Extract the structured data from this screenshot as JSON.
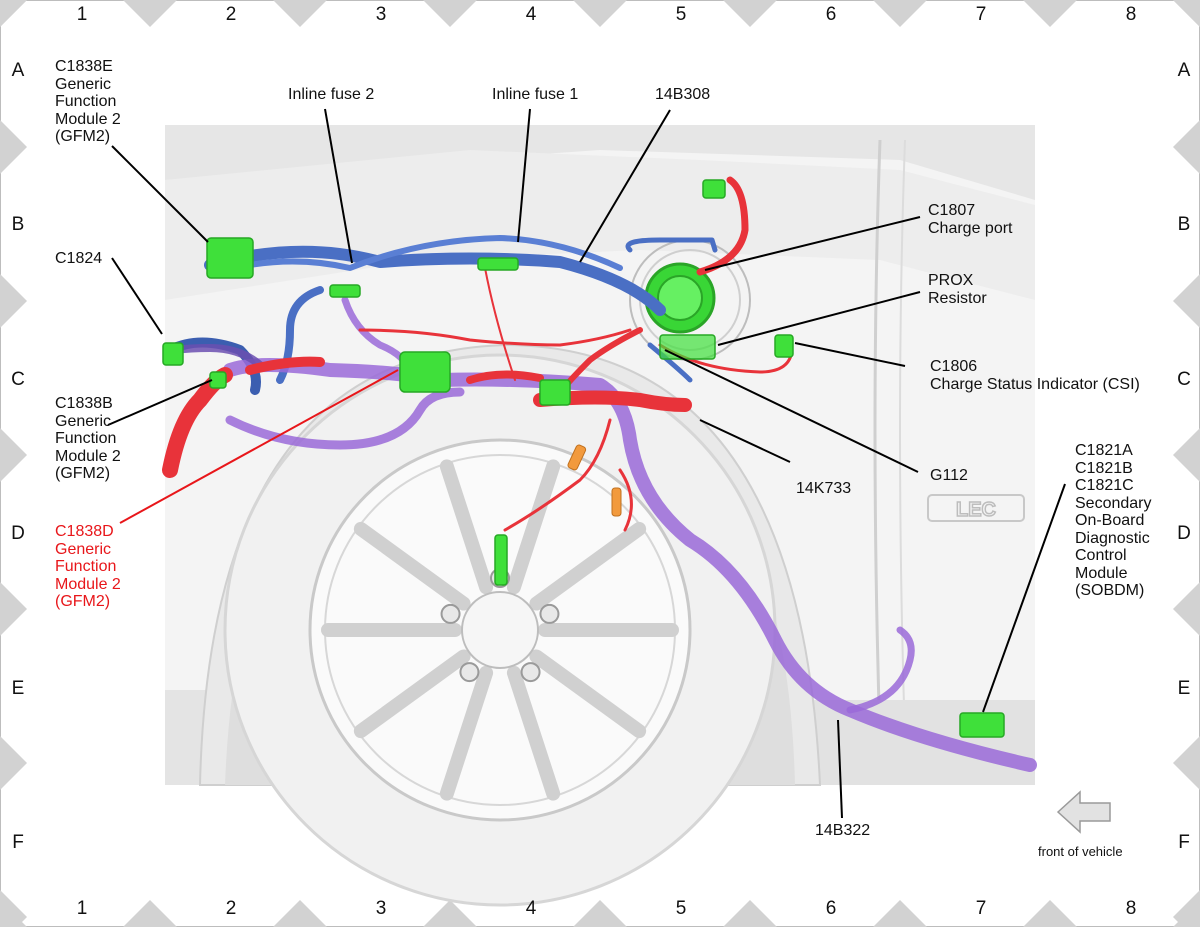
{
  "grid": {
    "columns": [
      "1",
      "2",
      "3",
      "4",
      "5",
      "6",
      "7",
      "8"
    ],
    "rows": [
      "A",
      "B",
      "C",
      "D",
      "E",
      "F"
    ]
  },
  "labels": {
    "c1838e": [
      "C1838E",
      "Generic",
      "Function",
      "Module 2",
      "(GFM2)"
    ],
    "inline_fuse_2": "Inline fuse 2",
    "inline_fuse_1": "Inline fuse 1",
    "l14b308": "14B308",
    "c1807": [
      "C1807",
      "Charge port"
    ],
    "c1824": "C1824",
    "prox": [
      "PROX",
      "Resistor"
    ],
    "c1806": [
      "C1806",
      "Charge Status Indicator (CSI)"
    ],
    "c1838b": [
      "C1838B",
      "Generic",
      "Function",
      "Module 2",
      "(GFM2)"
    ],
    "c1838d": [
      "C1838D",
      "Generic",
      "Function",
      "Module 2",
      "(GFM2)"
    ],
    "l14k733": "14K733",
    "g112": "G112",
    "c1821": [
      "C1821A",
      "C1821B",
      "C1821C",
      "Secondary",
      "On-Board",
      "Diagnostic",
      "Control",
      "Module",
      "(SOBDM)"
    ],
    "l14b322": "14B322",
    "front_of_vehicle": "front of vehicle"
  },
  "colors": {
    "highlight_red": "#e8161a",
    "harness_blue": "#4a6fc4",
    "harness_purple": "#9a6ad8",
    "wire_red": "#e8333a",
    "connector_green": "#3fe03a",
    "frame_gray": "#d0d0d0"
  }
}
